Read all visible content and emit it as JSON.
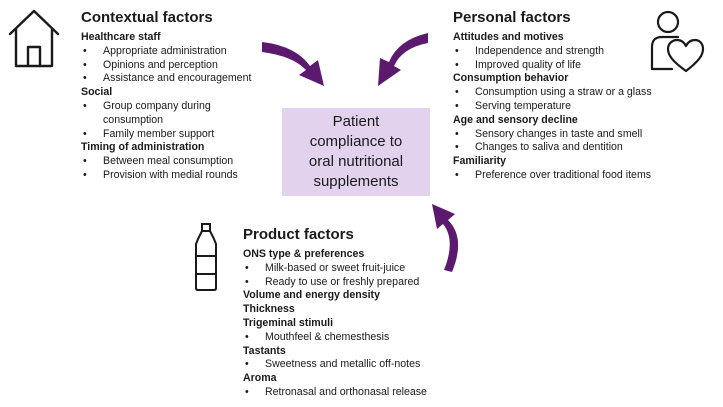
{
  "center": {
    "lines": [
      "Patient",
      "compliance to",
      "oral nutritional",
      "supplements"
    ]
  },
  "contextual": {
    "title": "Contextual factors",
    "icon": "house-icon",
    "groups": [
      {
        "heading": "Healthcare staff",
        "items": [
          "Appropriate administration",
          "Opinions and perception",
          "Assistance and encouragement"
        ]
      },
      {
        "heading": "Social",
        "items": [
          "Group company during",
          "Family member support"
        ],
        "wrap": "consumption"
      },
      {
        "heading": "Timing of administration",
        "items": [
          "Between meal consumption",
          "Provision with medial rounds"
        ]
      }
    ]
  },
  "personal": {
    "title": "Personal factors",
    "icon": "person-heart-icon",
    "groups": [
      {
        "heading": "Attitudes and motives",
        "items": [
          "Independence and strength",
          "Improved quality of life"
        ]
      },
      {
        "heading": "Consumption behavior",
        "items": [
          "Consumption using a straw or a glass",
          "Serving temperature"
        ]
      },
      {
        "heading": "Age and sensory decline",
        "items": [
          "Sensory changes in taste and smell",
          "Changes to saliva and dentition"
        ]
      },
      {
        "heading": "Familiarity",
        "items": [
          "Preference over traditional food items"
        ]
      }
    ]
  },
  "product": {
    "title": "Product factors",
    "icon": "bottle-icon",
    "groups": [
      {
        "heading": "ONS type & preferences",
        "items": [
          "Milk-based or sweet fruit-juice",
          "Ready to use or freshly prepared"
        ]
      },
      {
        "heading": "Volume and energy density",
        "items": []
      },
      {
        "heading": "Thickness",
        "items": []
      },
      {
        "heading": "Trigeminal stimuli",
        "items": [
          "Mouthfeel & chemesthesis"
        ]
      },
      {
        "heading": "Tastants",
        "items": [
          "Sweetness and metallic off-notes"
        ]
      },
      {
        "heading": "Aroma",
        "items": [
          "Retronasal and orthonasal release"
        ]
      }
    ]
  },
  "bullet": "•",
  "colors": {
    "arrow": "#5c1a6e",
    "center_fill": "#e3d2ee",
    "icon": "#1a1a1a"
  }
}
